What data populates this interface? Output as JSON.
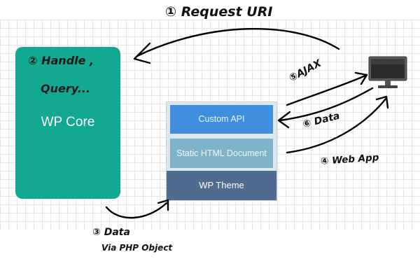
{
  "core": {
    "title": "WP Core",
    "note_line1": "② Handle ,",
    "note_line2": "Query..."
  },
  "stack": {
    "custom_api": "Custom API",
    "static_html": "Static HTML Document",
    "wp_theme": "WP Theme"
  },
  "annotations": {
    "request_uri": "① Request URI",
    "ajax": "⑤AJAX",
    "data_return": "⑥ Data",
    "web_app": "④ Web App",
    "data_object": "③ Data",
    "via_php": "Via PHP Object"
  },
  "icons": {
    "client": "monitor-icon"
  },
  "colors": {
    "core": "#13a892",
    "custom_api": "#3f8fde",
    "static_html": "#7fb3cb",
    "wp_theme": "#4f6b8f",
    "grid": "#e6e6e6"
  }
}
